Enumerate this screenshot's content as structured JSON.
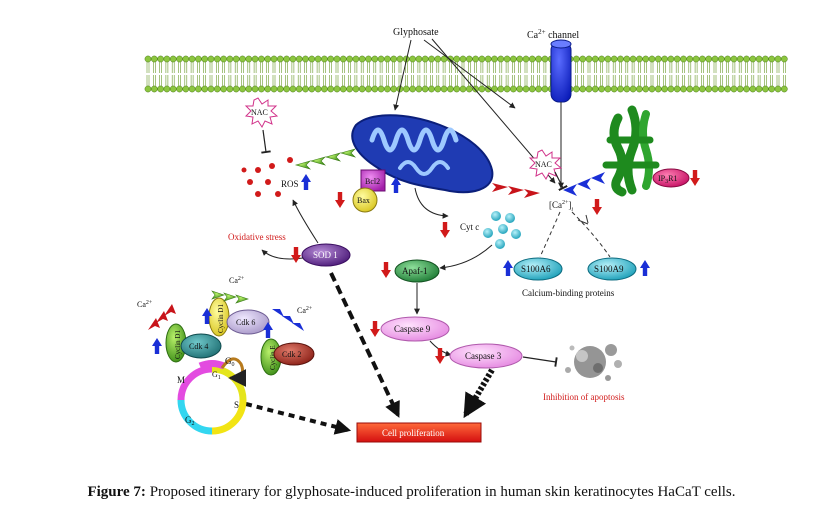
{
  "labels": {
    "glyphosate": "Glyphosate",
    "ca_channel": "Ca",
    "ca_channel_sup": "2+",
    "ca_channel_rest": " channel",
    "nac": "NAC",
    "ros": "ROS",
    "bcl2": "Bcl2",
    "bax": "Bax",
    "cyt_c": "Cyt c",
    "ca_i": "[Ca",
    "ca_i_sup": "2+",
    "ca_i_rest": "]",
    "ca_i_sub": "i",
    "ip3r1": "IP",
    "ip3r1_sub": "3",
    "ip3r1_rest": "R1",
    "oxidative_stress": "Oxidative stress",
    "sod1": "SOD 1",
    "apaf1": "Apaf-1",
    "s100a6": "S100A6",
    "s100a9": "S100A9",
    "calcium_binding": "Calcium-binding proteins",
    "caspase9": "Caspase 9",
    "caspase3": "Caspase 3",
    "inhibition": "Inhibition of apoptosis",
    "cell_proliferation": "Cell proliferation",
    "cyclin_d1": "Cyclin D1",
    "cdk4": "Cdk 4",
    "cdk6": "Cdk 6",
    "cyclin_e": "Cyclin E",
    "cdk2": "Cdk 2",
    "ca2": "Ca",
    "ca2_sup": "2+",
    "g0": "G",
    "g0_sub": "0",
    "g1": "G",
    "g1_sub": "1",
    "s": "S",
    "g2": "G",
    "g2_sub": "2",
    "m": "M"
  },
  "caption": {
    "label": "Figure 7:",
    "text": " Proposed itinerary for glyphosate-induced proliferation in human skin keratinocytes HaCaT cells."
  },
  "colors": {
    "membrane": "#8cc63f",
    "mitochondrion": "#1f3bb3",
    "er": "#1e8a1e",
    "sod1": "#6a2c9a",
    "apaf1": "#2e9d48",
    "s100": "#27b3c9",
    "caspase": "#f3a6ef",
    "cell_proliferation": "#e8201a",
    "up_arrow": "#1a2fd6",
    "down_arrow": "#d11a1a"
  }
}
